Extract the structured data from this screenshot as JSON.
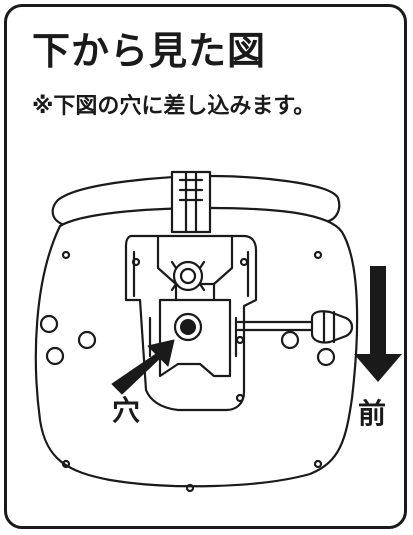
{
  "title": "下から見た図",
  "note": "※下図の穴に差し込みます。",
  "labels": {
    "hole": "穴",
    "front": "前"
  },
  "colors": {
    "stroke": "#1a1a1a",
    "background": "#ffffff"
  }
}
